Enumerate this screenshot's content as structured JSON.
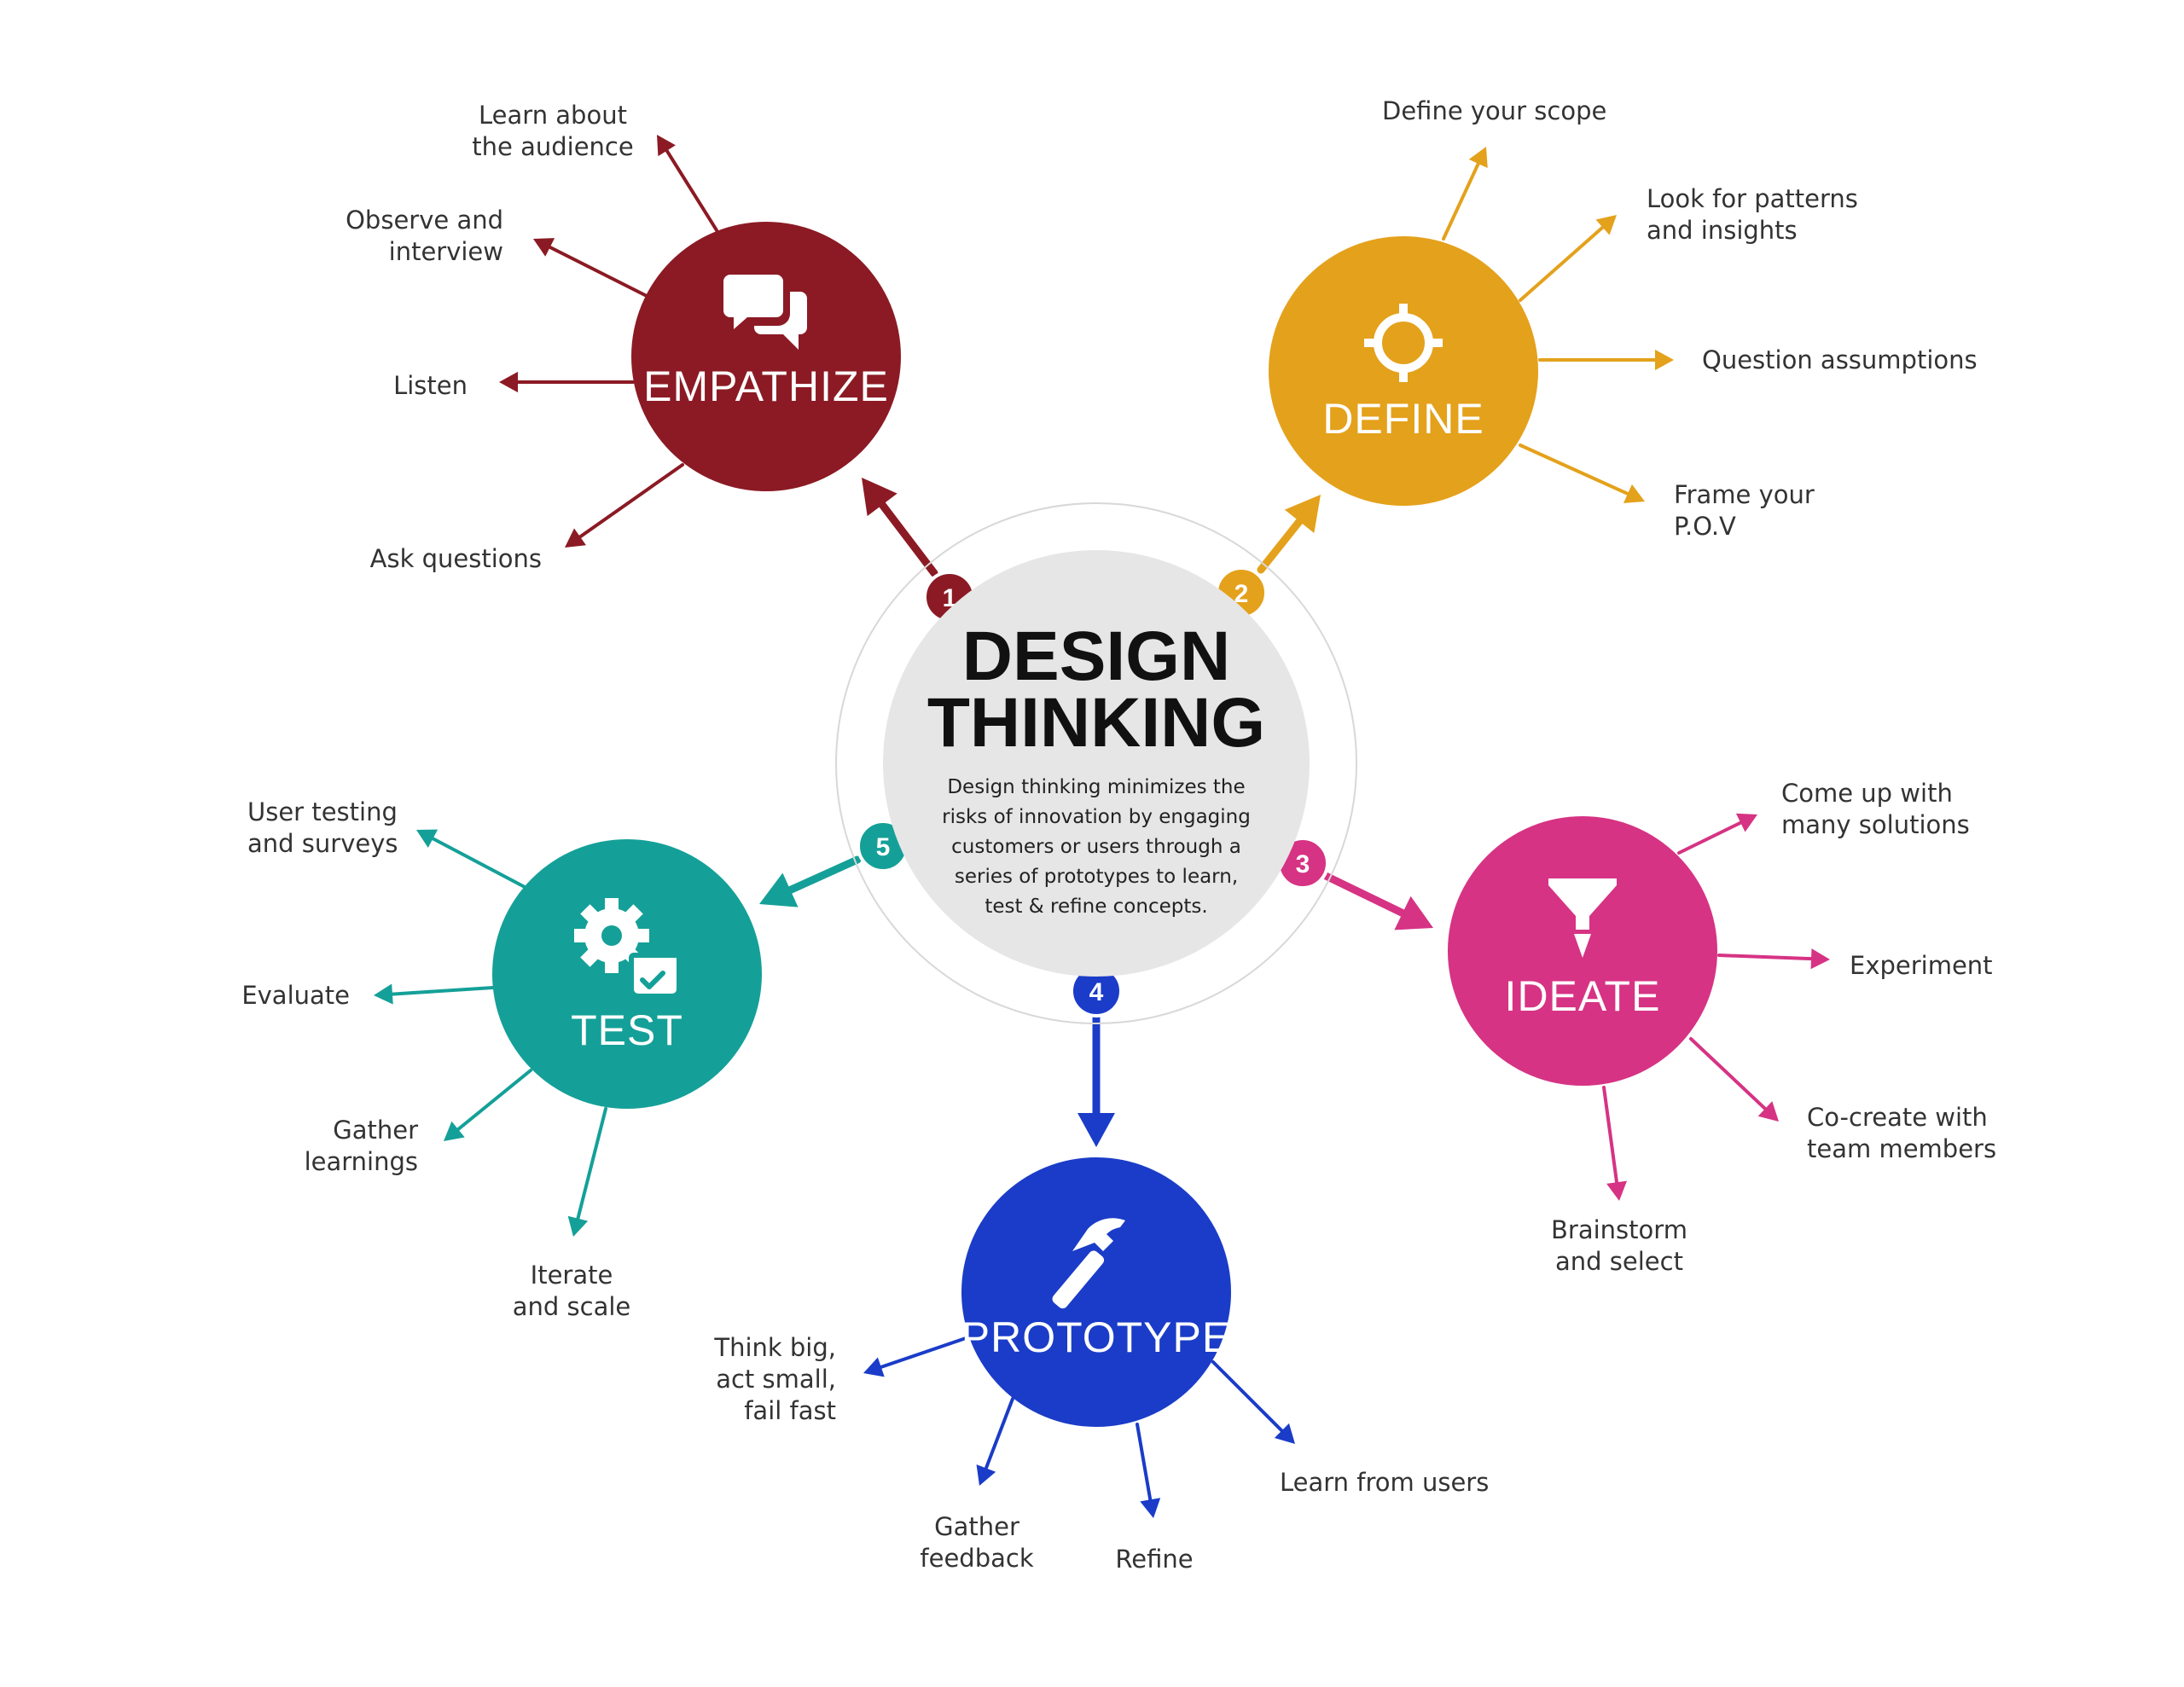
{
  "center": {
    "title_line1": "DESIGN",
    "title_line2": "THINKING",
    "description": [
      "Design thinking minimizes the",
      "risks of innovation by engaging",
      "customers or users through a",
      "series of prototypes to learn,",
      "test & refine concepts."
    ]
  },
  "stages": [
    {
      "id": "empathize",
      "number": "1",
      "label": "EMPATHIZE",
      "color": "#8B1A24",
      "icon": "chat-bubbles-icon",
      "items": [
        [
          "Learn about",
          "the audience"
        ],
        [
          "Observe and",
          "interview"
        ],
        [
          "Listen"
        ],
        [
          "Ask questions"
        ]
      ]
    },
    {
      "id": "define",
      "number": "2",
      "label": "DEFINE",
      "color": "#E4A11B",
      "icon": "crosshair-icon",
      "items": [
        [
          "Define your scope"
        ],
        [
          "Look for patterns",
          "and insights"
        ],
        [
          "Question assumptions"
        ],
        [
          "Frame your",
          "P.O.V"
        ]
      ]
    },
    {
      "id": "ideate",
      "number": "3",
      "label": "IDEATE",
      "color": "#D63384",
      "icon": "funnel-icon",
      "items": [
        [
          "Come up with",
          "many solutions"
        ],
        [
          "Experiment"
        ],
        [
          "Co-create with",
          "team members"
        ],
        [
          "Brainstorm",
          "and select"
        ]
      ]
    },
    {
      "id": "prototype",
      "number": "4",
      "label": "PROTOTYPE",
      "color": "#1A3CC8",
      "icon": "hammer-icon",
      "items": [
        [
          "Think big,",
          "act small,",
          "fail fast"
        ],
        [
          "Gather",
          "feedback"
        ],
        [
          "Refine"
        ],
        [
          "Learn from users"
        ]
      ]
    },
    {
      "id": "test",
      "number": "5",
      "label": "TEST",
      "color": "#14A098",
      "icon": "gear-check-icon",
      "items": [
        [
          "User testing",
          "and surveys"
        ],
        [
          "Evaluate"
        ],
        [
          "Gather",
          "learnings"
        ],
        [
          "Iterate",
          "and scale"
        ]
      ]
    }
  ]
}
